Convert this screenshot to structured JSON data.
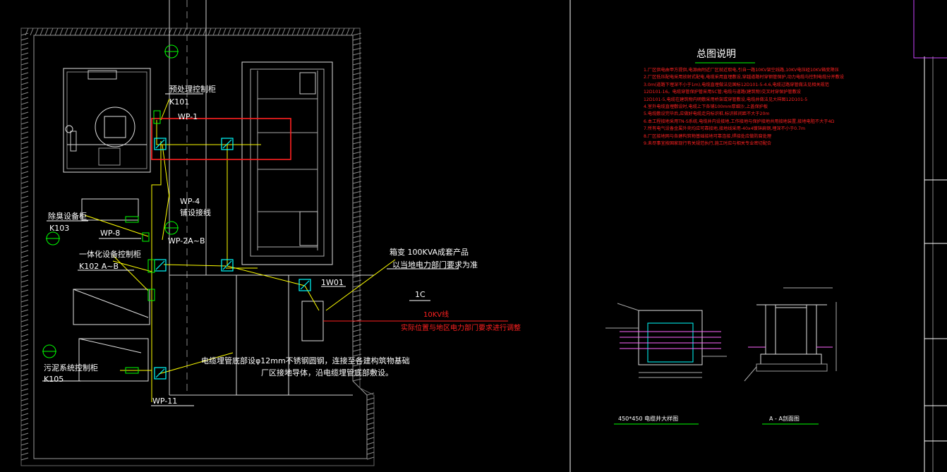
{
  "drawing": {
    "title": "总图说明",
    "labels": {
      "k101_name": "预处理控制柜",
      "k101": "K101",
      "wp1": "WP-1",
      "wp4": "WP-4",
      "wp4_desc": "铺设接线",
      "wp2": "WP-2A~B",
      "wp8": "WP-8",
      "k103_name": "除臭设备柜",
      "k103": "K103",
      "k102_name": "一体化设备控制柜",
      "k102": "K102 A~B",
      "k105_name": "污泥系统控制柜",
      "k105": "K105",
      "wp11": "WP-11",
      "transformer": "箱变 100KVA成套产品",
      "transformer_note": "以当地电力部门要求为准",
      "iw01": "1W01",
      "ic": "1C",
      "line10kv": "10KV线",
      "line10kv_note": "实际位置与地区电力部门要求进行调整",
      "ground_note1": "电缆埋管底部设φ12mm不锈钢圆钢，连接至各建构筑物基础",
      "ground_note2": "厂区接地导体，沿电缆埋管底部敷设。",
      "detail1_caption": "450*450 电缆井大样图",
      "detail2_caption": "A - A剖面图"
    },
    "notes": [
      "1.厂区供电由甲方提供,电源由附近厂区就近取电,引自一路10KV架空线路,10KV电压经10KV箱变降压",
      "2.厂区低压配电采用放射式配电,电缆采用直埋敷设,穿越道路时穿钢管保护,动力电缆与控制电缆分开敷设",
      "3.0m(道路下埋深不小于1m),电缆直埋做法见国标12D101-5-4.6,电缆过路穿管做法见相关规范",
      "12D101-16。电缆穿管保护管采用SC管;电缆与道路(建筑物)交叉时穿保护管敷设",
      "12D101-5,电缆在建筑物内明敷采用桥架或穿管敷设,电缆井做法见大样图12D101-5",
      "4.室外电缆直埋敷设时,电缆上下各铺100mm厚细沙,上盖保护板",
      "5.电缆敷设完毕后,应做好电缆走向标识桩,标识桩间距不大于20m",
      "6.本工程接地采用TN-S系统,电缆井内设接地,工作接地与保护接地共用接地装置,接地电阻不大于4Ω",
      "7.所有电气设备金属外壳均应可靠接地,接地线采用-40x4镀锌扁钢,埋深不小于0.7m",
      "8.厂区接地网与各建构筑物基础接地可靠连接,焊接处应做防腐处理",
      "9.未尽事宜按国家现行有关规范执行,施工时应与相关专业密切配合"
    ],
    "colors": {
      "background": "#000000",
      "lines": "#ffffff",
      "cable": "#ffff00",
      "highlight": "#ff2020",
      "device": "#00ffff",
      "equipment": "#00ff00",
      "hatching": "#9a9a9a",
      "pipe": "#ff66ff"
    }
  }
}
